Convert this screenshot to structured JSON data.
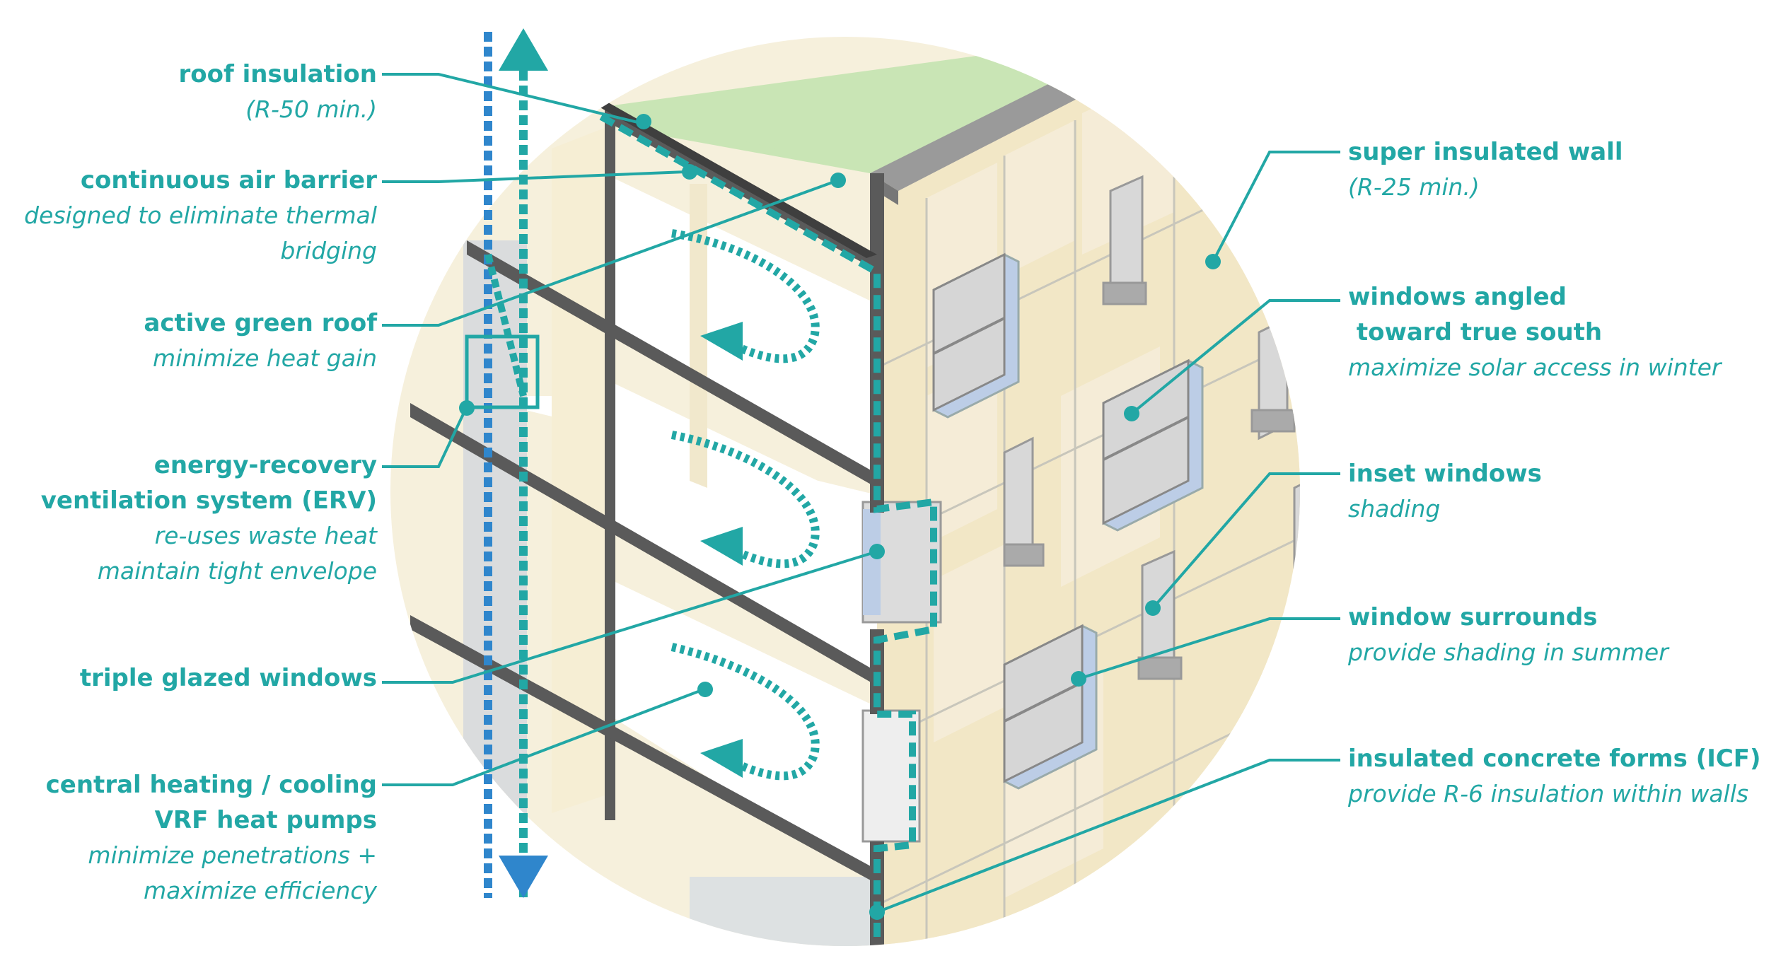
{
  "colors": {
    "teal": "#22a7a5",
    "blue": "#2f86cc",
    "wall_cream": "#f4ecd3",
    "roof_green": "#c9e5b5",
    "concrete": "#5a5a5a",
    "glass": "#bccde6"
  },
  "left_labels": [
    {
      "title": "roof insulation",
      "desc": [
        "(R-50 min.)"
      ]
    },
    {
      "title": "continuous air barrier",
      "desc": [
        "designed to eliminate thermal",
        "bridging"
      ]
    },
    {
      "title": "active green roof",
      "desc": [
        "minimize heat gain"
      ]
    },
    {
      "title_lines": [
        "energy-recovery",
        "ventilation system (ERV)"
      ],
      "desc": [
        "re-uses waste heat",
        "maintain tight envelope"
      ]
    },
    {
      "title": "triple glazed windows",
      "desc": []
    },
    {
      "title_lines": [
        "central heating / cooling",
        "VRF heat pumps"
      ],
      "desc": [
        "minimize penetrations +",
        "maximize efficiency"
      ]
    }
  ],
  "right_labels": [
    {
      "title": "super insulated wall",
      "desc": [
        "(R-25 min.)"
      ]
    },
    {
      "title_lines": [
        "windows angled",
        " toward true south"
      ],
      "desc": [
        "maximize solar access in winter"
      ]
    },
    {
      "title": "inset windows",
      "desc": [
        "shading"
      ]
    },
    {
      "title": "window surrounds",
      "desc": [
        "provide shading in summer"
      ]
    },
    {
      "title": "insulated concrete forms (ICF)",
      "desc": [
        "provide R-6 insulation within walls"
      ]
    }
  ]
}
